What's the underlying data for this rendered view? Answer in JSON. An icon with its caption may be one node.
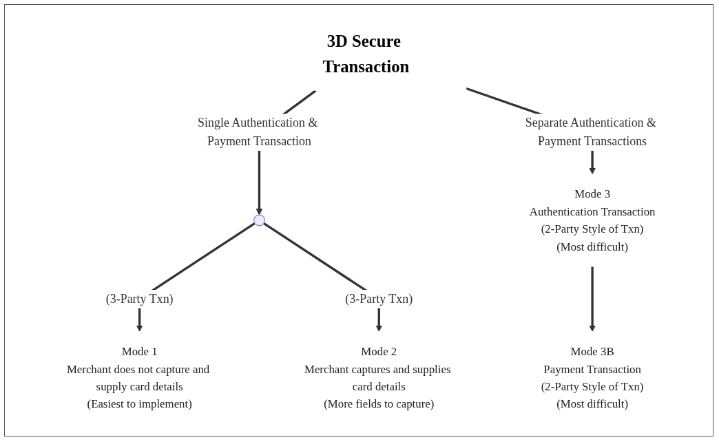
{
  "diagram": {
    "nodes": [
      {
        "text": [
          "3D Secure Transaction"
        ]
      },
      {
        "text": [],
        "shape": "point"
      },
      {
        "text": [
          "Mode 1",
          "Merchant does not capture and supply card details",
          "(Easiest to implement)"
        ]
      },
      {
        "text": [
          "Mode 2",
          "Merchant captures and supplies card details",
          "(More fields to capture)"
        ]
      },
      {
        "text": [
          "Mode 3",
          "Authentication Transaction",
          "(2-Party Style of Txn)",
          "(Most difficult)"
        ]
      },
      {
        "text": [
          "Mode 3B",
          "Payment Transaction",
          "(2-Party Style of Txn)",
          "(Most difficult)"
        ]
      }
    ],
    "edges": [
      {
        "from": 0,
        "to": 1,
        "arrow": "to",
        "label": "Single Authentication & Payment Transaction"
      },
      {
        "from": 0,
        "to": 4,
        "arrow": "to",
        "label": "Separate Authentication & Payment Transactions"
      },
      {
        "from": 1,
        "to": 2,
        "arrow": "to",
        "label": "(3-Party Txn)"
      },
      {
        "from": 1,
        "to": 3,
        "arrow": "to",
        "label": "(3-Party Txn)"
      },
      {
        "from": 4,
        "to": 5,
        "arrow": "to"
      }
    ]
  }
}
